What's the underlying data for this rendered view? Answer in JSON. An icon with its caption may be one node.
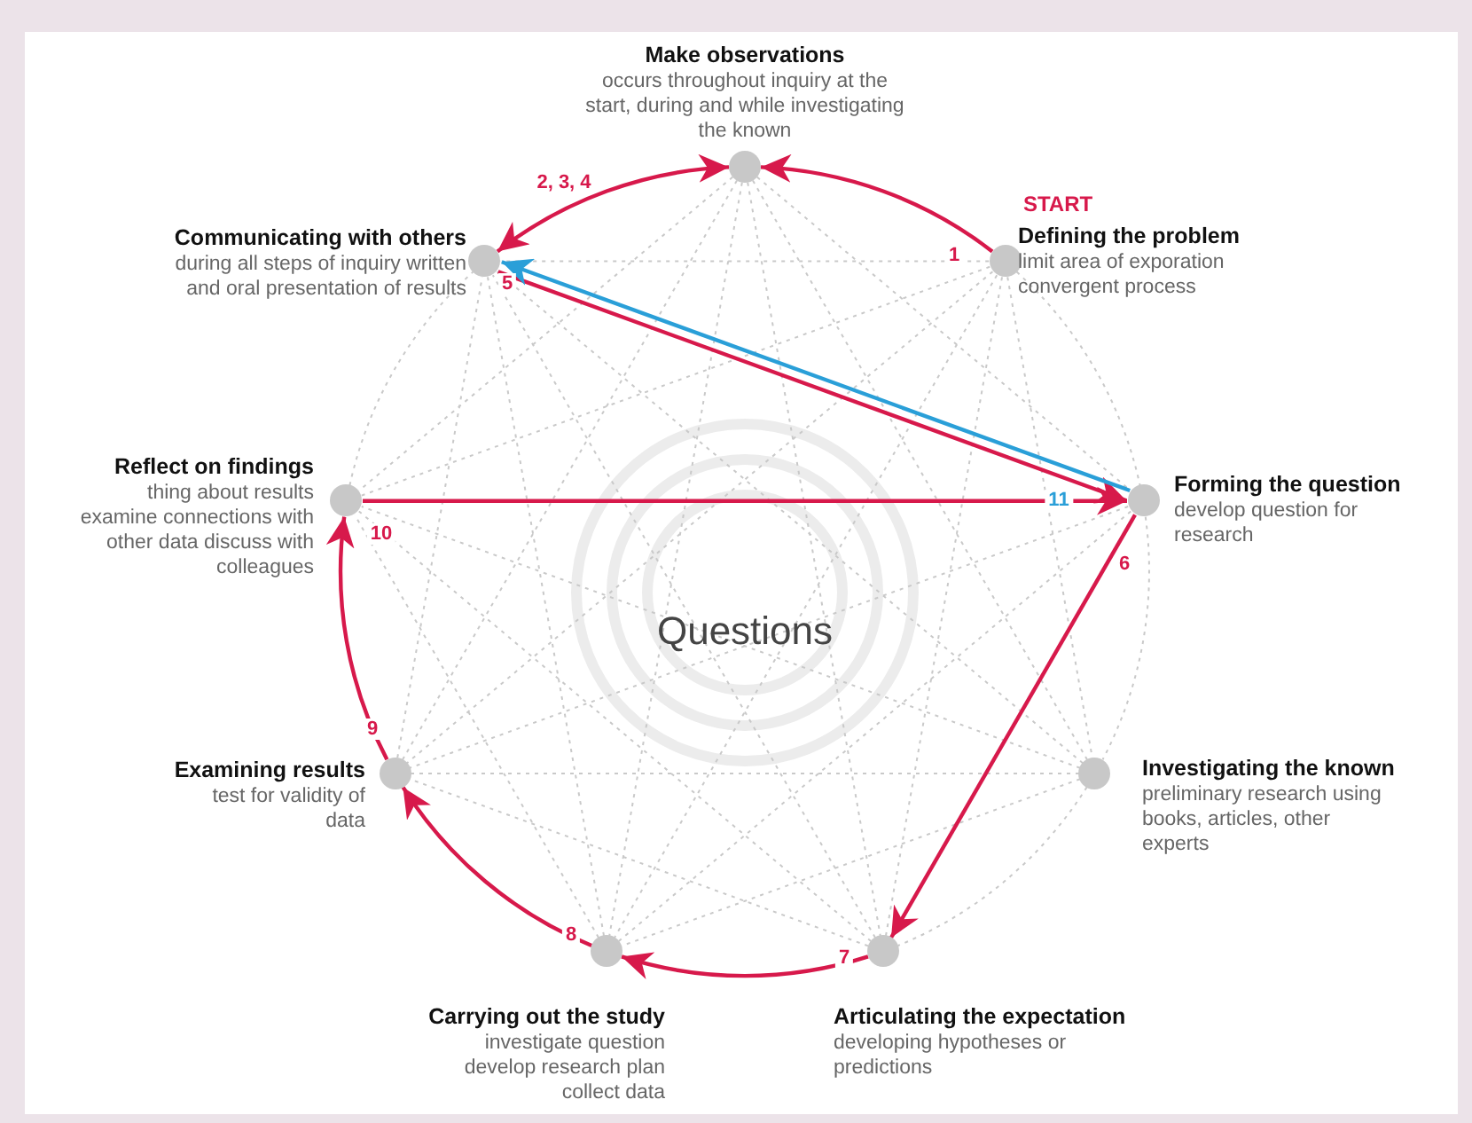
{
  "diagram": {
    "nodes": [
      {
        "text": [
          "Make observations",
          "occurs throughout inquiry at the start, during and while investigating the known"
        ]
      },
      {
        "text": [
          "Defining the problem",
          "limit area of exporation convergent process"
        ],
        "beside": [
          "START"
        ]
      },
      {
        "text": [
          "Forming the question",
          "develop question for research"
        ]
      },
      {
        "text": [
          "Investigating the known",
          "preliminary research using books, articles, other experts"
        ]
      },
      {
        "text": [
          "Articulating the expectation",
          "developing hypotheses or predictions"
        ]
      },
      {
        "text": [
          "Carrying out the study",
          "investigate question develop research plan collect data"
        ]
      },
      {
        "text": [
          "Examining results",
          "test for validity of data"
        ]
      },
      {
        "text": [
          "Reflect on findings",
          "thing about results examine connections with other data discuss with colleagues"
        ]
      },
      {
        "text": [
          "Communicating with others",
          "during all steps of inquiry written and oral presentation of results"
        ]
      }
    ],
    "edges": [
      {
        "from": 1,
        "to": 0,
        "arrow": "to",
        "label": "1",
        "color": "#d7194b"
      },
      {
        "from": 0,
        "to": 8,
        "arrow": "both",
        "label": "2, 3, 4",
        "color": "#d7194b"
      },
      {
        "from": 8,
        "to": 2,
        "arrow": "to",
        "label": "5",
        "color": "#d7194b"
      },
      {
        "from": 2,
        "to": 4,
        "arrow": "to",
        "label": "6",
        "color": "#d7194b"
      },
      {
        "from": 4,
        "to": 5,
        "arrow": "to",
        "label": "7",
        "color": "#d7194b"
      },
      {
        "from": 5,
        "to": 6,
        "arrow": "to",
        "label": "8",
        "color": "#d7194b"
      },
      {
        "from": 6,
        "to": 7,
        "arrow": "to",
        "label": "9",
        "color": "#d7194b"
      },
      {
        "from": 7,
        "to": 2,
        "arrow": "to",
        "label": "10",
        "color": "#d7194b"
      },
      {
        "from": 2,
        "to": 8,
        "arrow": "to",
        "label": "11",
        "color": "#2a9fd8"
      },
      {
        "from": 0,
        "to": 2,
        "arrow": "none",
        "style": "dashed"
      },
      {
        "from": 0,
        "to": 3,
        "arrow": "none",
        "style": "dashed"
      },
      {
        "from": 0,
        "to": 4,
        "arrow": "none",
        "style": "dashed"
      },
      {
        "from": 0,
        "to": 5,
        "arrow": "none",
        "style": "dashed"
      },
      {
        "from": 0,
        "to": 6,
        "arrow": "none",
        "style": "dashed"
      },
      {
        "from": 0,
        "to": 7,
        "arrow": "none",
        "style": "dashed"
      },
      {
        "from": 1,
        "to": 2,
        "arrow": "none",
        "style": "dashed"
      },
      {
        "from": 1,
        "to": 3,
        "arrow": "none",
        "style": "dashed"
      },
      {
        "from": 1,
        "to": 4,
        "arrow": "none",
        "style": "dashed"
      },
      {
        "from": 1,
        "to": 5,
        "arrow": "none",
        "style": "dashed"
      },
      {
        "from": 1,
        "to": 6,
        "arrow": "none",
        "style": "dashed"
      },
      {
        "from": 1,
        "to": 7,
        "arrow": "none",
        "style": "dashed"
      },
      {
        "from": 1,
        "to": 8,
        "arrow": "none",
        "style": "dashed"
      },
      {
        "from": 2,
        "to": 3,
        "arrow": "none",
        "style": "dashed"
      },
      {
        "from": 2,
        "to": 5,
        "arrow": "none",
        "style": "dashed"
      },
      {
        "from": 2,
        "to": 6,
        "arrow": "none",
        "style": "dashed"
      },
      {
        "from": 3,
        "to": 4,
        "arrow": "none",
        "style": "dashed"
      },
      {
        "from": 3,
        "to": 5,
        "arrow": "none",
        "style": "dashed"
      },
      {
        "from": 3,
        "to": 6,
        "arrow": "none",
        "style": "dashed"
      },
      {
        "from": 3,
        "to": 7,
        "arrow": "none",
        "style": "dashed"
      },
      {
        "from": 3,
        "to": 8,
        "arrow": "none",
        "style": "dashed"
      },
      {
        "from": 4,
        "to": 6,
        "arrow": "none",
        "style": "dashed"
      },
      {
        "from": 4,
        "to": 7,
        "arrow": "none",
        "style": "dashed"
      },
      {
        "from": 4,
        "to": 8,
        "arrow": "none",
        "style": "dashed"
      },
      {
        "from": 5,
        "to": 7,
        "arrow": "none",
        "style": "dashed"
      },
      {
        "from": 5,
        "to": 8,
        "arrow": "none",
        "style": "dashed"
      },
      {
        "from": 6,
        "to": 8,
        "arrow": "none",
        "style": "dashed"
      },
      {
        "from": 7,
        "to": 8,
        "arrow": "none",
        "style": "dashed"
      }
    ],
    "labels": [
      "Questions"
    ]
  }
}
